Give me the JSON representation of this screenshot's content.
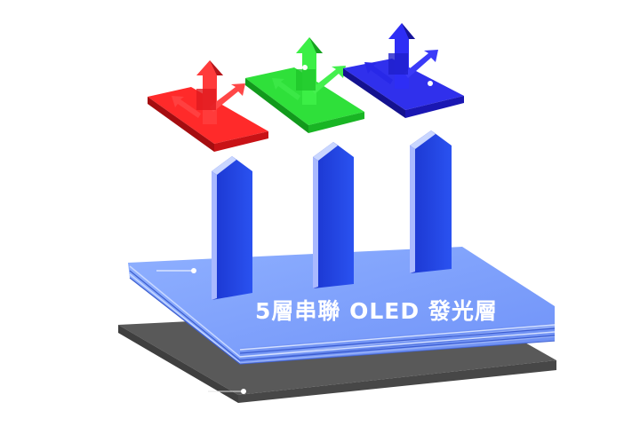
{
  "diagram": {
    "stack_label": "5層串聯 OLED 發光層",
    "colors": {
      "red": "#e8141a",
      "green": "#22cc2e",
      "blue": "#2020d8",
      "pillar": "#1f3fd6",
      "stack": "#7ea2ff",
      "substrate": "#5b5b5b"
    },
    "parts": [
      "red-light-tile",
      "green-light-tile",
      "blue-light-tile",
      "emission-pillar-left",
      "emission-pillar-center",
      "emission-pillar-right",
      "oled-emissive-stack",
      "substrate"
    ]
  }
}
